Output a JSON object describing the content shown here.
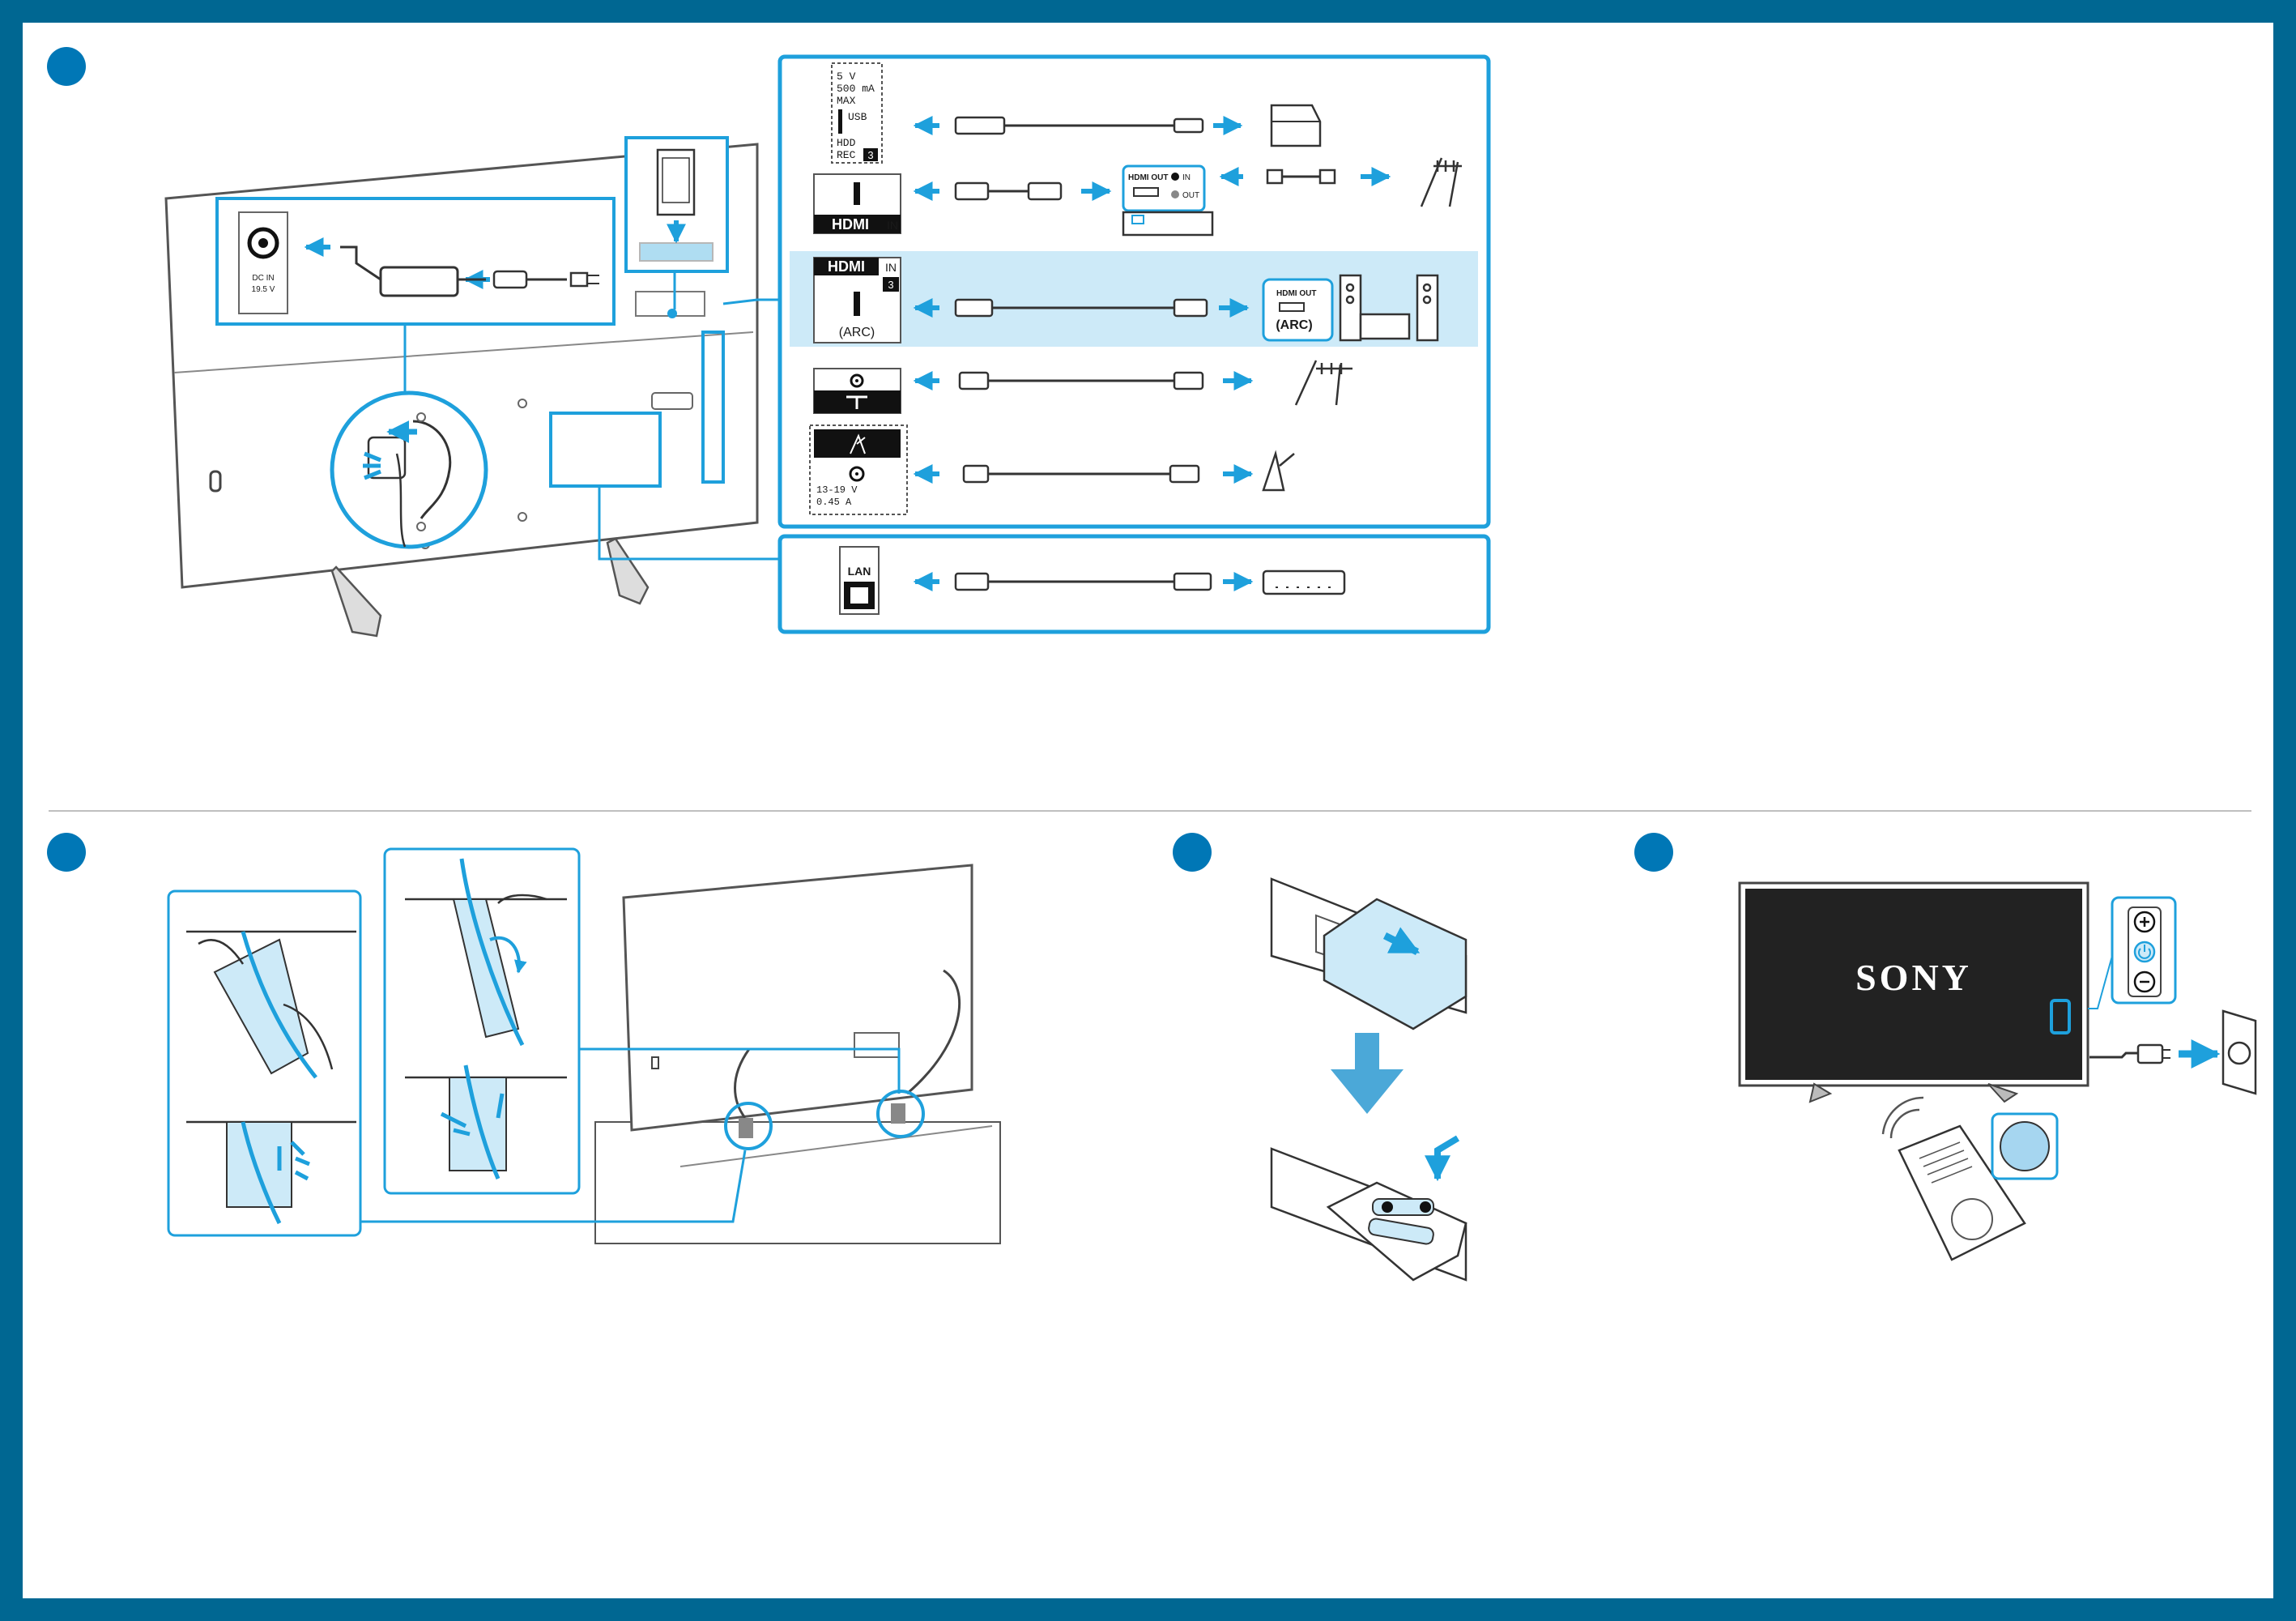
{
  "usb_port": {
    "voltage": "5 V",
    "current": "500 mA",
    "max": "MAX",
    "usb": "USB",
    "hdd": "HDD",
    "rec": "REC",
    "number": "3"
  },
  "hdmi_in_port": {
    "logo": "HDMI",
    "in": "IN"
  },
  "hdmi_arc_port": {
    "logo": "HDMI",
    "in": "IN",
    "number": "3",
    "arc": "(ARC)"
  },
  "settop_box": {
    "hdmi_out": "HDMI OUT",
    "in": "IN",
    "out": "OUT"
  },
  "soundbar": {
    "hdmi_out": "HDMI OUT",
    "arc": "(ARC)"
  },
  "satellite_port": {
    "voltage": "13-19 V",
    "current": "0.45 A"
  },
  "lan_port": {
    "label": "LAN"
  },
  "dc_in": {
    "label": "DC IN",
    "voltage": "19.5 V"
  },
  "tv_screen": {
    "brand": "SONY"
  },
  "colors": {
    "frame": "#006792",
    "step_marker": "#0077b6",
    "accent": "#1ea0dc",
    "highlight": "#cdeaf8"
  }
}
